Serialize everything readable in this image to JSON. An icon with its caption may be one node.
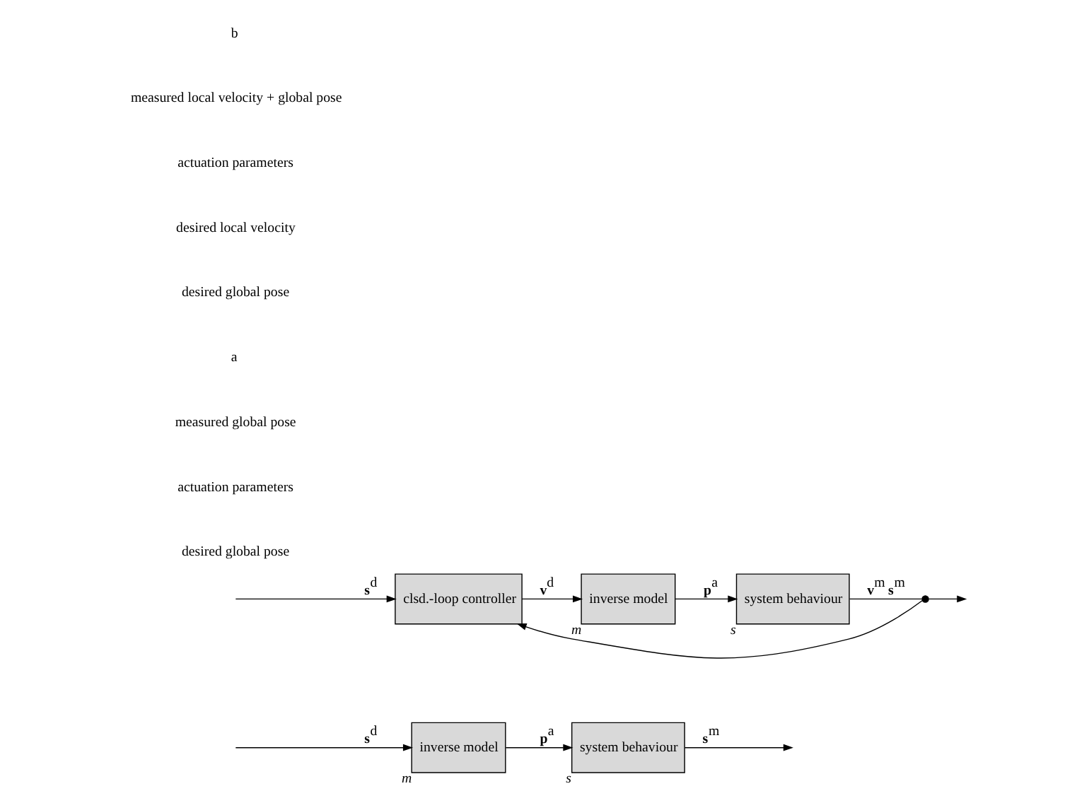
{
  "diagram": {
    "nodes": [
      {
        "text": [
          "inverse model"
        ],
        "beside": [
          "m"
        ]
      },
      {
        "text": [
          "system behaviour"
        ],
        "beside": [
          "s"
        ]
      },
      {
        "text": [
          "clsd.-loop controller"
        ]
      },
      {
        "text": [
          "inverse model"
        ],
        "beside": [
          "m"
        ]
      },
      {
        "text": [
          "system behaviour"
        ],
        "beside": [
          "s"
        ]
      },
      {
        "text": [],
        "shape": "circle"
      }
    ],
    "edges": [
      {
        "from": null,
        "to": 0,
        "arrow": "to",
        "label": "**s**$^{d}$"
      },
      {
        "from": 0,
        "to": 1,
        "arrow": "to",
        "label": "**p**$^{a}$"
      },
      {
        "from": 1,
        "to": null,
        "arrow": "to",
        "label": "**s**$^{m}$"
      },
      {
        "from": null,
        "to": 2,
        "arrow": "to",
        "label": "**s**$^{d}$"
      },
      {
        "from": 2,
        "to": 3,
        "arrow": "to",
        "label": "**v**$^{d}$"
      },
      {
        "from": 3,
        "to": 4,
        "arrow": "to",
        "label": "**p**$^{a}$"
      },
      {
        "from": 4,
        "to": 5,
        "arrow": "none",
        "label": "**v**$^{m}$ **s**$^{m}$"
      },
      {
        "from": 5,
        "to": null,
        "arrow": "to"
      },
      {
        "from": 5,
        "to": 2,
        "arrow": "to"
      }
    ],
    "labels": [
      "desired global pose",
      "actuation parameters",
      "measured global pose",
      "a",
      "desired global pose",
      "desired local velocity",
      "actuation parameters",
      "measured local velocity + global pose",
      "b"
    ]
  }
}
